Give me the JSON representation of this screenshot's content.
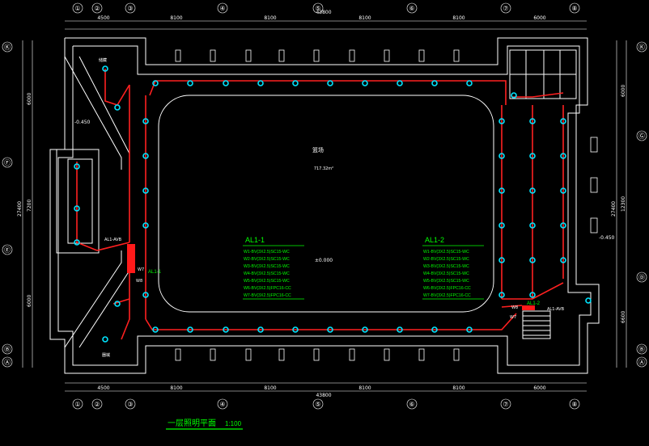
{
  "drawing": {
    "title": "一层照明平面",
    "scale": "1:100",
    "room_name": "篮场",
    "room_area": "717.32m²",
    "floor_level": "±0.000",
    "outer_level_left": "-0.450",
    "outer_level_right": "-0.450",
    "total_width": "43800",
    "top_dims": [
      "4500",
      "8100",
      "8100",
      "8100",
      "8100",
      "6000"
    ],
    "bottom_dims": [
      "4500",
      "8100",
      "8100",
      "8100",
      "8100",
      "6000"
    ],
    "left_dims": [
      "6000",
      "7200",
      "6000"
    ],
    "left_total": "27400",
    "right_dims": [
      "6000",
      "12300",
      "6600"
    ],
    "right_total": "27400",
    "col_axes": [
      "①",
      "②",
      "③",
      "④",
      "⑤",
      "⑥",
      "⑦",
      "⑧"
    ],
    "row_axes": [
      "Ⓚ",
      "Ⓕ",
      "Ⓔ",
      "Ⓑ",
      "Ⓐ"
    ],
    "right_row_axes": [
      "Ⓚ",
      "Ⓖ",
      "Ⓓ",
      "Ⓑ",
      "Ⓐ"
    ],
    "room_tags": [
      "储藏",
      "器械"
    ],
    "panel_tags": [
      "AL1-1",
      "AL1-2"
    ],
    "box_tags": [
      "AL1-AVB",
      "AL1-AVB"
    ],
    "circuit_tags": [
      "W7",
      "W8",
      "W7",
      "W8"
    ]
  },
  "legend_left": {
    "title": "AL1-1",
    "lines": [
      "W1-BV(3X2.5)SC15-WC",
      "W2-BV(3X2.5)SC15-WC",
      "W3-BV(3X2.5)SC15-WC",
      "W4-BV(3X2.5)SC15-WC",
      "W5-BV(3X2.5)SC15-WC",
      "W6-BV(3X2.5)FPC16-CC",
      "W7-BV(3X2.5)FPC16-CC"
    ]
  },
  "legend_right": {
    "title": "AL1-2",
    "lines": [
      "W1-BV(3X2.5)SC15-WC",
      "W2-BV(3X2.5)SC15-WC",
      "W3-BV(3X2.5)SC15-WC",
      "W4-BV(3X2.5)SC15-WC",
      "W5-BV(3X2.5)SC15-WC",
      "W6-BV(3X2.5)FPC16-CC",
      "W7-BV(3X2.5)FPC16-CC"
    ]
  },
  "colors": {
    "wall": "#ffffff",
    "wiring": "#ff2020",
    "fixture": "#00e5ff",
    "legend": "#00ff00",
    "panel": "#ff1a1a"
  }
}
